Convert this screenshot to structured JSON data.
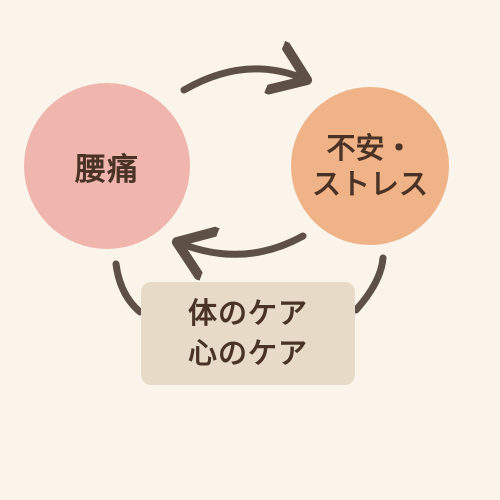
{
  "nodes": {
    "pain": {
      "label": "腰痛",
      "color": "#f0b6ad"
    },
    "stress": {
      "line1": "不安・",
      "line2": "ストレス",
      "color": "#f0b387"
    }
  },
  "care": {
    "line1": "体のケア",
    "line2": "心のケア",
    "color": "#e7dbc8"
  },
  "colors": {
    "background": "#fbf4ea",
    "arrow": "#5e5046",
    "text": "#4a3326"
  }
}
